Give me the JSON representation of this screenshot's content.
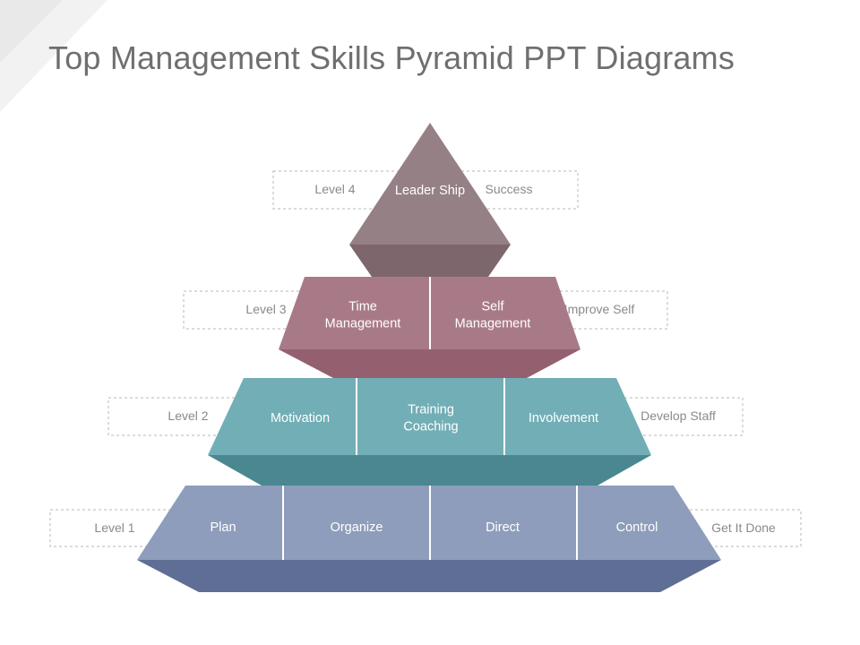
{
  "title": "Top Management Skills Pyramid PPT Diagrams",
  "levels": [
    {
      "label": "Level 4",
      "outcome": "Success",
      "segments": [
        [
          "Leader Ship"
        ]
      ]
    },
    {
      "label": "Level 3",
      "outcome": "Improve Self",
      "segments": [
        [
          "Time",
          "Management"
        ],
        [
          "Self",
          "Management"
        ]
      ]
    },
    {
      "label": "Level 2",
      "outcome": "Develop Staff",
      "segments": [
        [
          "Motivation"
        ],
        [
          "Training",
          "Coaching"
        ],
        [
          "Involvement"
        ]
      ]
    },
    {
      "label": "Level 1",
      "outcome": "Get It Done",
      "segments": [
        [
          "Plan"
        ],
        [
          "Organize"
        ],
        [
          "Direct"
        ],
        [
          "Control"
        ]
      ]
    }
  ],
  "colors": {
    "title": "#6f6f6f",
    "level4_face": "#958086",
    "level4_base": "#7d666c",
    "level3_face": "#a87a87",
    "level3_base": "#94606f",
    "level2_face": "#72aeb6",
    "level2_base": "#4a8790",
    "level1_face": "#8e9dbb",
    "level1_base": "#5e6e94",
    "divider": "#ffffff",
    "side_text": "#8a8a8a",
    "dashed_border": "#b7b7b7"
  }
}
